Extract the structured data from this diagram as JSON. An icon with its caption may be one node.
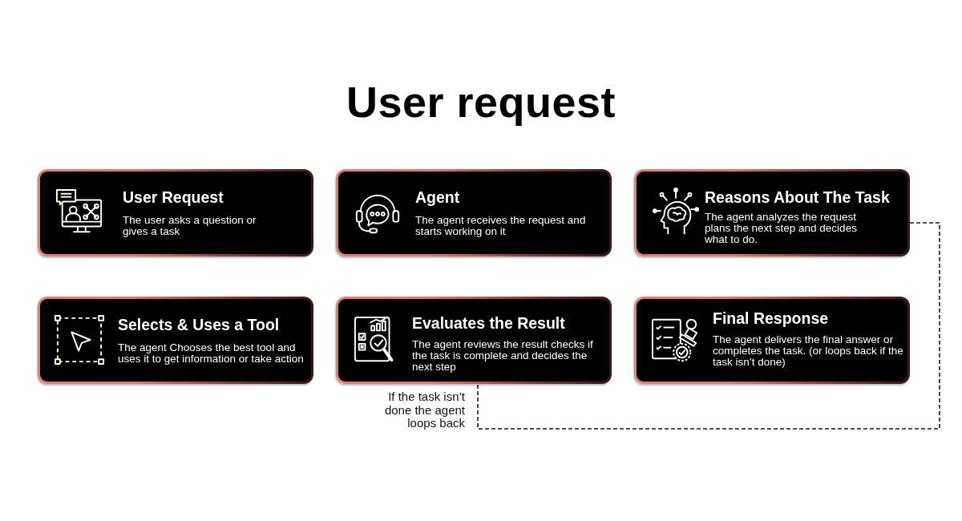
{
  "diagram": {
    "title": "User request",
    "nodes": [
      {
        "text": [
          "User Request",
          "The user asks a question or gives a task"
        ]
      },
      {
        "text": [
          "Agent",
          "The agent receives the request and starts working on it"
        ]
      },
      {
        "text": [
          "Reasons About The Task",
          "The agent analyzes the request plans the next step and decides what to do."
        ]
      },
      {
        "text": [
          "Selects & Uses a Tool",
          "The agent Chooses the best tool and uses it to get information or take action"
        ]
      },
      {
        "text": [
          "Evaluates the Result",
          "The agent reviews the result checks if the task is complete and decides the next step"
        ]
      },
      {
        "text": [
          "Final Response",
          "The agent delivers the final answer or completes the task. (or loops back if the task isn’t done)"
        ]
      }
    ],
    "edges": [
      {
        "from": 2,
        "to": 4,
        "arrow": "none",
        "style": "dashed",
        "label": "If the task isn’t done the agent loops back"
      }
    ]
  }
}
